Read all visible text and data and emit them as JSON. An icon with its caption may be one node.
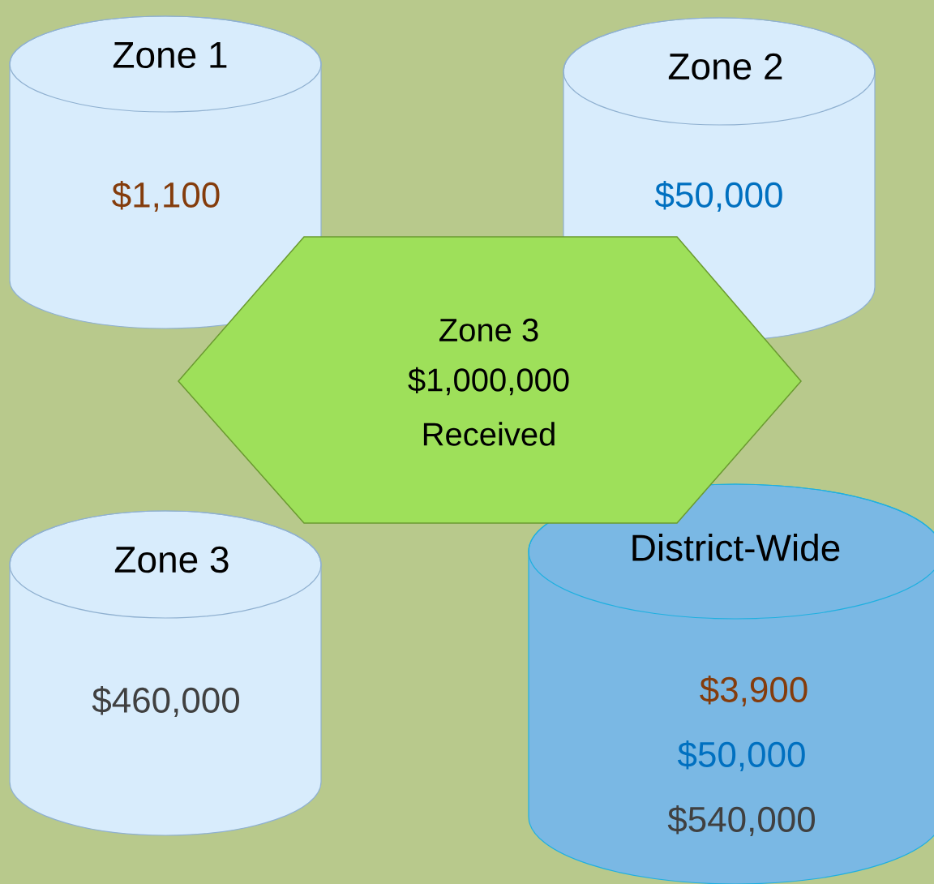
{
  "diagram": {
    "nodes": [
      {
        "text": [
          "Zone 1",
          "$1,100"
        ]
      },
      {
        "text": [
          "Zone 2",
          "$50,000"
        ]
      },
      {
        "text": [
          "Zone 3",
          "$1,000,000",
          "Received"
        ]
      },
      {
        "text": [
          "Zone 3",
          "$460,000"
        ]
      },
      {
        "text": [
          "District-Wide",
          "$3,900",
          "$50,000",
          "$540,000"
        ]
      }
    ]
  }
}
